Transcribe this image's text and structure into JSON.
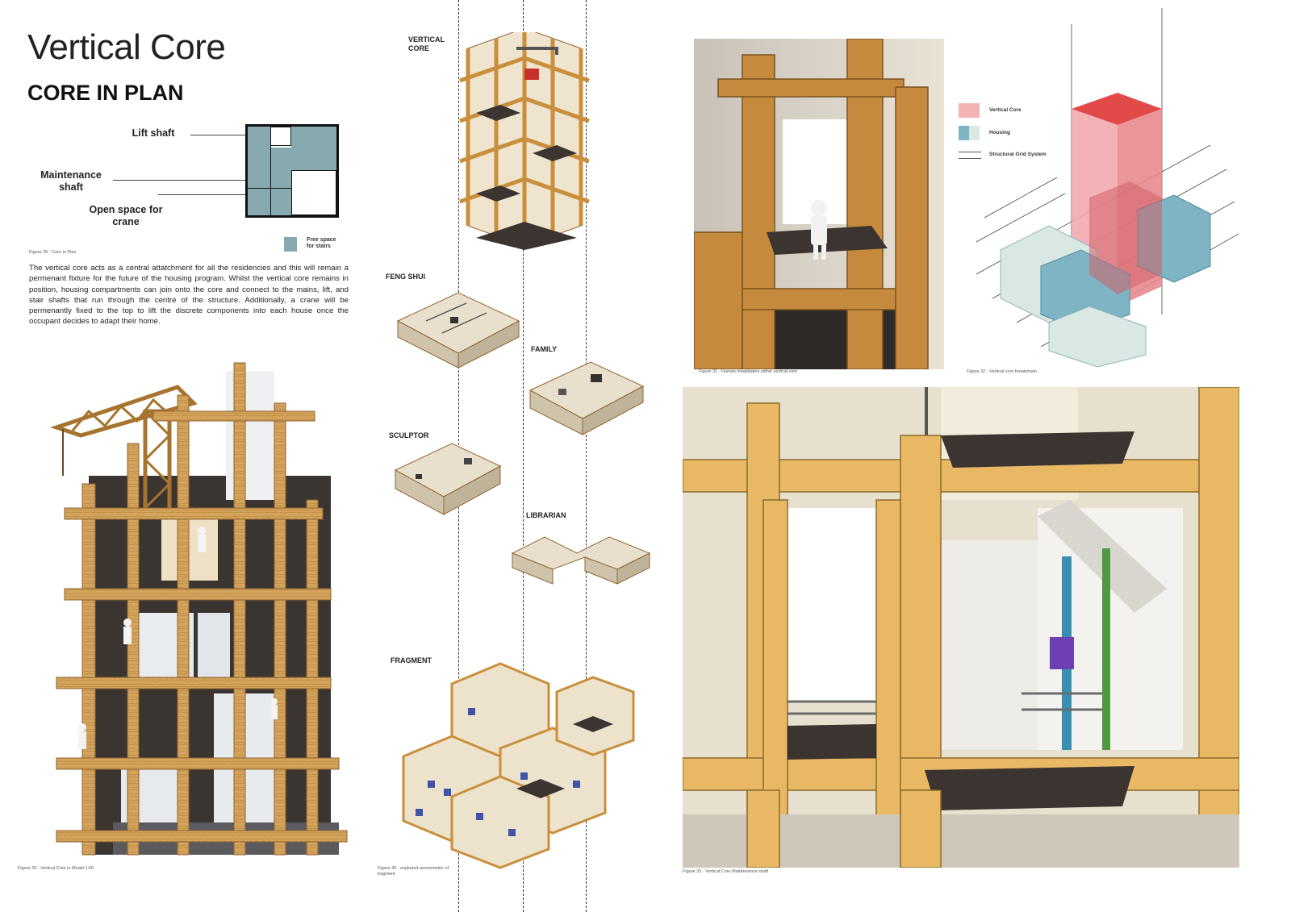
{
  "header": {
    "title": "Vertical Core",
    "subtitle": "CORE IN PLAN"
  },
  "plan": {
    "labels": {
      "lift": "Lift shaft",
      "maintenance": "Maintenance shaft",
      "crane": "Open space for crane"
    },
    "legend": "Free space for stairs",
    "caption": "Figure 28 - Core in Plan",
    "colors": {
      "fill": "#86aab0",
      "line": "#111111"
    }
  },
  "body_text": "The vertical core acts as a central attatchment for all the residencies and this will remain a permenant fixture for the future of the housing program. Whilst the vertical core remains in position, housing compartments can join onto the core and connect to the mains, lift, and stair shafts that run through the centre of the structure. Additionally, a crane will be permenantly fixed to the top to lift the discrete components into each house once the occupant decides to adapt their home.",
  "captions": {
    "model": "Figure 29 - Vertical Core in Model 1:50",
    "exploded": "Figure 30 - exploded axonometric of fragment",
    "human": "Figure 31 - Human inhabitation within vertical core",
    "breakdown": "Figure 32 - Vertical core breakdown",
    "maintenance": "Figure 33 - Vertical Core Maintenance shaft"
  },
  "modules": {
    "vertical_core": "VERTICAL CORE",
    "feng_shui": "FENG SHUI",
    "family": "FAMILY",
    "sculptor": "SCULPTOR",
    "librarian": "LIBRARIAN",
    "fragment": "FRAGMENT"
  },
  "breakdown_legend": {
    "items": [
      "Vertical Core",
      "Housing",
      "Structural Grid System"
    ],
    "colors": {
      "core": "#e8868a",
      "housing": "#7eb4c4",
      "housing_light": "#d9e8e2"
    }
  },
  "colors": {
    "wood": "#d4a35c",
    "wood_dark": "#8f6430",
    "floor": "#3c3430",
    "render_wood": "#e7b562"
  }
}
